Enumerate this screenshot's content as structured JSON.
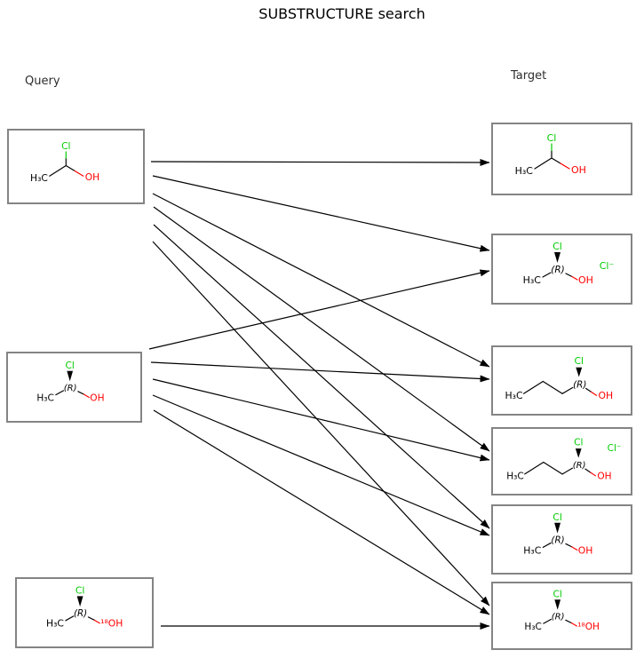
{
  "title": "SUBSTRUCTURE search",
  "section_labels": {
    "query": "Query",
    "target": "Target"
  },
  "colors": {
    "chlorine": "#00CC00",
    "oxygen": "#FF0000",
    "carbon": "#000000",
    "box_border": "#848484",
    "arrow": "#000000",
    "label_text": "#2e2e2e"
  },
  "queries": [
    {
      "mol_type": "plain",
      "labels": {
        "methyl": "H₃C",
        "cl": "Cl",
        "oh": "OH"
      }
    },
    {
      "mol_type": "stereo",
      "labels": {
        "methyl": "H₃C",
        "cl": "Cl",
        "stereo": "(R)",
        "oh": "OH"
      }
    },
    {
      "mol_type": "stereo",
      "labels": {
        "methyl": "H₃C",
        "cl": "Cl",
        "stereo": "(R)",
        "oh": "¹⁸OH"
      }
    }
  ],
  "targets": [
    {
      "mol_type": "plain",
      "labels": {
        "methyl": "H₃C",
        "cl": "Cl",
        "oh": "OH"
      }
    },
    {
      "mol_type": "stereo",
      "labels": {
        "methyl": "H₃C",
        "cl": "Cl",
        "stereo": "(R)",
        "oh": "OH",
        "ion": "Cl⁻"
      }
    },
    {
      "mol_type": "chain",
      "labels": {
        "methyl": "H₃C",
        "cl": "Cl",
        "stereo": "(R)",
        "oh": "OH"
      }
    },
    {
      "mol_type": "chain",
      "labels": {
        "methyl": "H₃C",
        "cl": "Cl",
        "stereo": "(R)",
        "oh": "OH",
        "ion": "Cl⁻"
      }
    },
    {
      "mol_type": "stereo",
      "labels": {
        "methyl": "H₃C",
        "cl": "Cl",
        "stereo": "(R)",
        "oh": "OH"
      }
    },
    {
      "mol_type": "stereo",
      "labels": {
        "methyl": "H₃C",
        "cl": "Cl",
        "stereo": "(R)",
        "oh": "¹⁸OH"
      }
    }
  ],
  "mappings": [
    {
      "query": 0,
      "targets": [
        0,
        1,
        2,
        3,
        4,
        5
      ]
    },
    {
      "query": 1,
      "targets": [
        1,
        2,
        3,
        4,
        5
      ]
    },
    {
      "query": 2,
      "targets": [
        5
      ]
    }
  ]
}
